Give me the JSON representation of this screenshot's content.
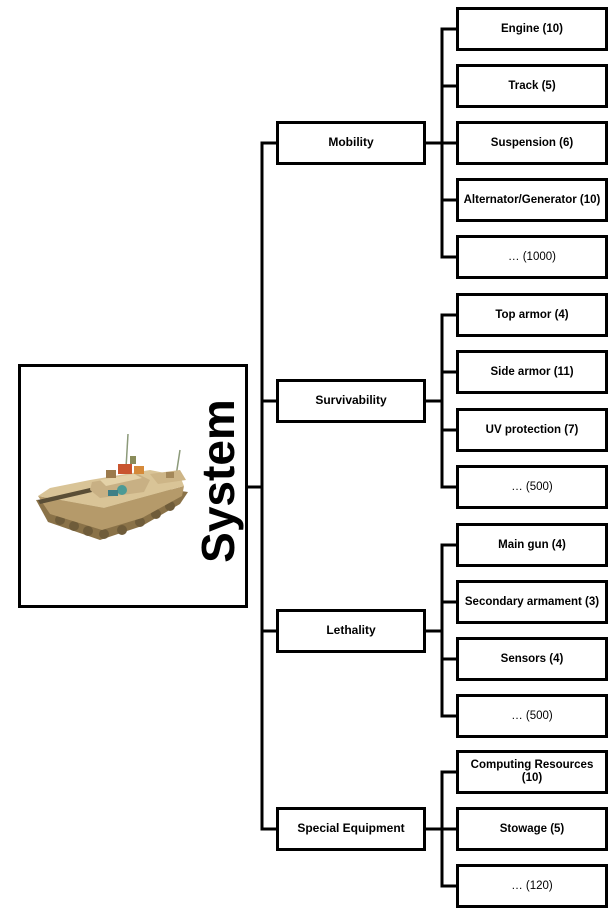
{
  "diagram": {
    "root": {
      "label": "System",
      "image": "armored-vehicle"
    },
    "categories": [
      {
        "label": "Mobility",
        "items": [
          "Engine (10)",
          "Track (5)",
          "Suspension (6)",
          "Alternator/Generator (10)",
          "… (1000)"
        ]
      },
      {
        "label": "Survivability",
        "items": [
          "Top armor (4)",
          "Side armor (11)",
          "UV protection (7)",
          "… (500)"
        ]
      },
      {
        "label": "Lethality",
        "items": [
          "Main gun (4)",
          "Secondary armament (3)",
          "Sensors (4)",
          "… (500)"
        ]
      },
      {
        "label": "Special Equipment",
        "items": [
          "Computing Resources (10)",
          "Stowage (5)",
          "… (120)"
        ]
      }
    ]
  }
}
